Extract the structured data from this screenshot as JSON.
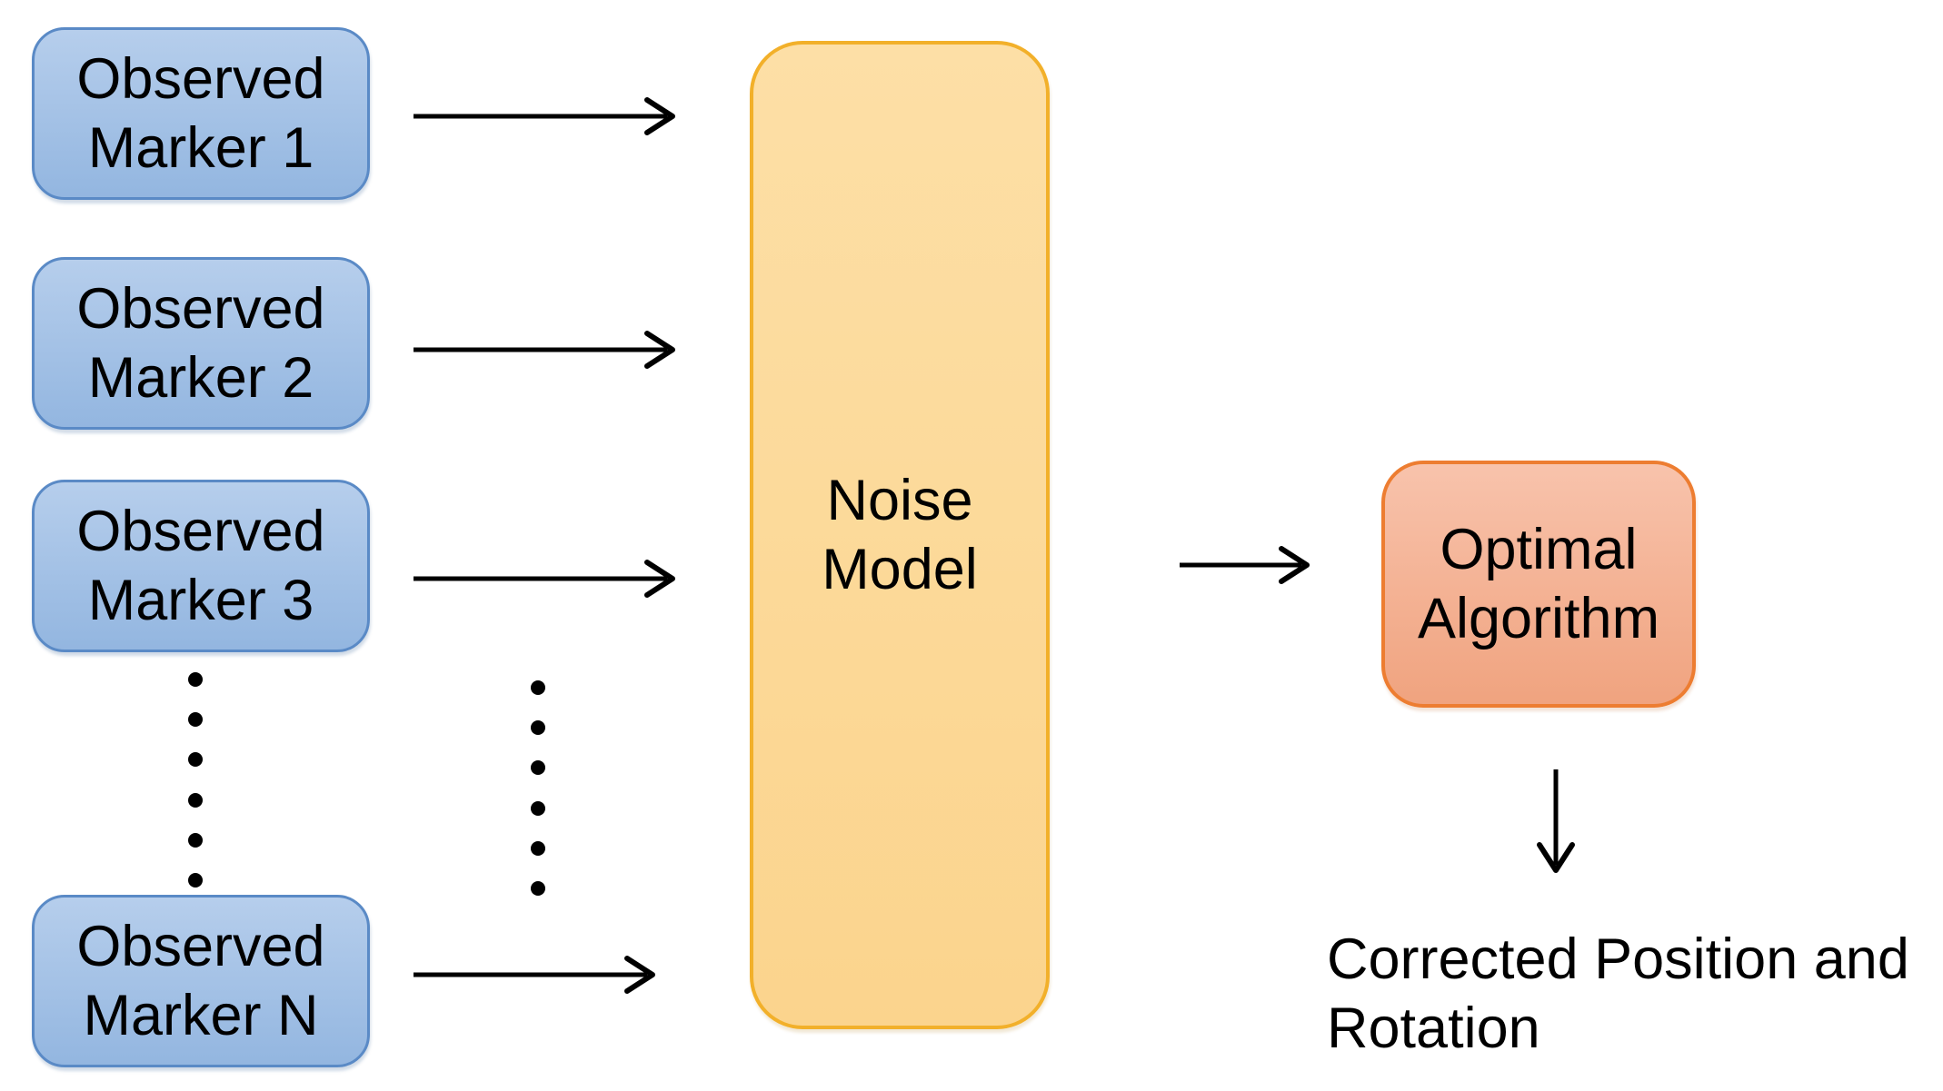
{
  "colors": {
    "canvas-bg": "#ffffff",
    "text": "#000000",
    "arrow": "#000000",
    "marker-fill-top": "#b6ceec",
    "marker-fill-bottom": "#93b6e0",
    "marker-border": "#5a8ac6",
    "noise-fill-top": "#fddfa6",
    "noise-fill-bottom": "#fbd48d",
    "noise-border": "#f2b02a",
    "algo-fill-top": "#f8c3ac",
    "algo-fill-bottom": "#f0a37f",
    "algo-border": "#ed7d31"
  },
  "nodes": {
    "markers": [
      {
        "label": "Observed Marker 1"
      },
      {
        "label": "Observed Marker 2"
      },
      {
        "label": "Observed Marker 3"
      },
      {
        "label": "Observed Marker N"
      }
    ],
    "noise_model": {
      "label": "Noise Model"
    },
    "optimal_algorithm": {
      "label": "Optimal Algorithm"
    },
    "output": {
      "label": "Corrected Position and Rotation"
    }
  },
  "ellipsis": {
    "columns": 2,
    "dots_per_column": 6
  }
}
